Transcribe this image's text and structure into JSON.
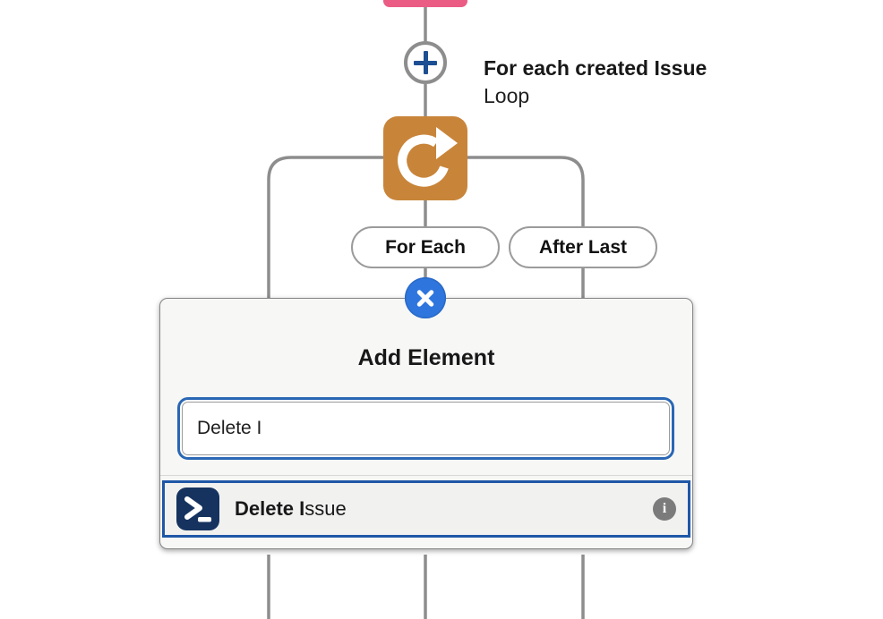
{
  "flow": {
    "connector_color": "#8d8d8d",
    "previous_node": {
      "color": "#ea5c84"
    },
    "add_node_button": {
      "icon": "plus-icon",
      "plus_color": "#1d4f93"
    },
    "loop_node": {
      "label": "For each created Issue",
      "type_label": "Loop",
      "icon": "loop-icon",
      "color": "#c8853a"
    },
    "branches": {
      "for_each_label": "For Each",
      "after_last_label": "After Last"
    }
  },
  "popup": {
    "title": "Add Element",
    "close_icon": "x-icon",
    "accent_color": "#2a67b4",
    "search": {
      "value": "Delete I"
    },
    "results": [
      {
        "icon": "terminal-icon",
        "match": "Delete I",
        "rest": "ssue",
        "info_icon": "info-icon"
      }
    ]
  }
}
